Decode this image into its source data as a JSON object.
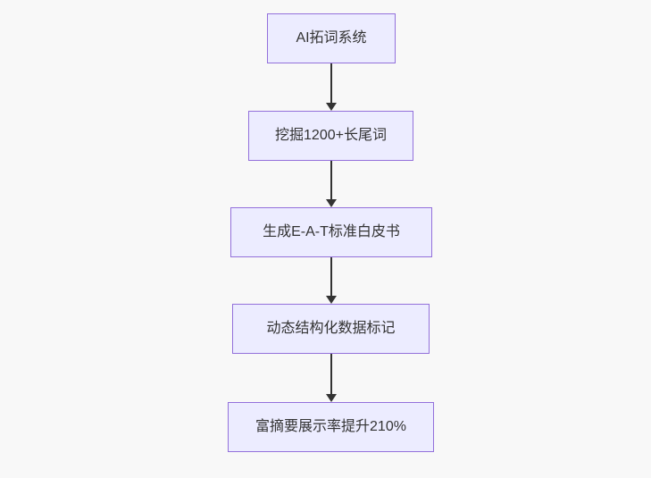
{
  "flowchart": {
    "type": "flowchart",
    "direction": "top-down",
    "style": {
      "background": "#f8f8f8",
      "node_fill": "#ECECFF",
      "node_border": "#9370DB",
      "edge_color": "#333333",
      "text_color": "#333333"
    },
    "nodes": [
      {
        "id": "A",
        "label": "AI拓词系统"
      },
      {
        "id": "B",
        "label": "挖掘1200+长尾词"
      },
      {
        "id": "C",
        "label": "生成E-A-T标准白皮书"
      },
      {
        "id": "D",
        "label": "动态结构化数据标记"
      },
      {
        "id": "E",
        "label": "富摘要展示率提升210%"
      }
    ],
    "edges": [
      {
        "from": "A",
        "to": "B"
      },
      {
        "from": "B",
        "to": "C"
      },
      {
        "from": "C",
        "to": "D"
      },
      {
        "from": "D",
        "to": "E"
      }
    ]
  }
}
